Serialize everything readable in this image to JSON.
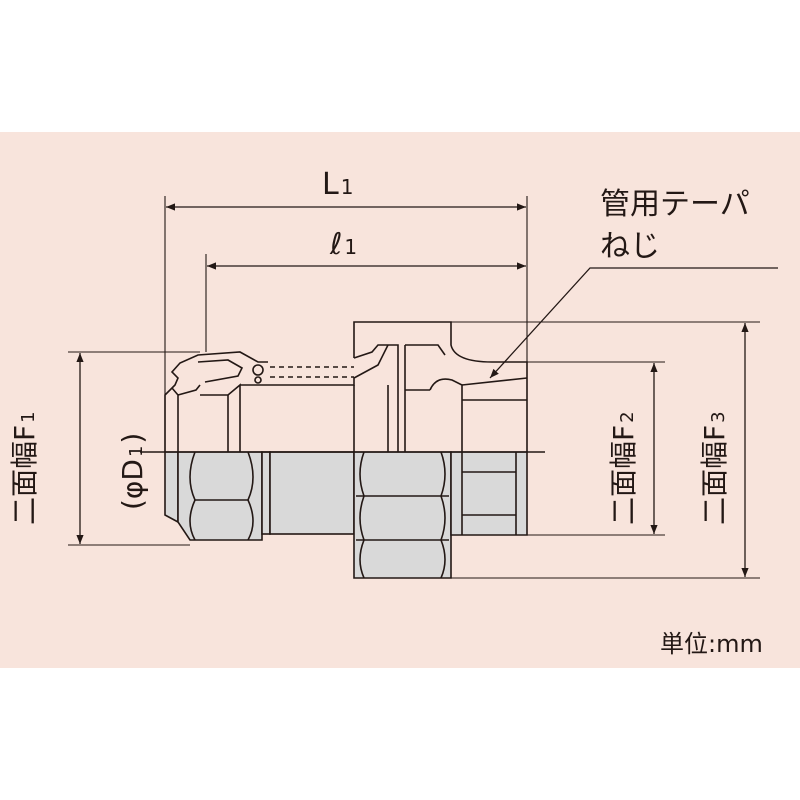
{
  "labels": {
    "L1": "L",
    "L1_sub": "1",
    "l1": "ℓ",
    "l1_sub": "1",
    "taper_line1": "管用テーパ",
    "taper_line2": "ねじ",
    "F1": "二面幅F",
    "F1_sub": "1",
    "D1_open": "(φD",
    "D1_sub": "1",
    "D1_close": ")",
    "F2": "二面幅F",
    "F2_sub": "2",
    "F3": "二面幅F",
    "F3_sub": "3",
    "unit": "単位:mm"
  },
  "colors": {
    "background_panel": "#f8e4dc",
    "section_fill": "#d9d9d9",
    "line": "#231815"
  }
}
